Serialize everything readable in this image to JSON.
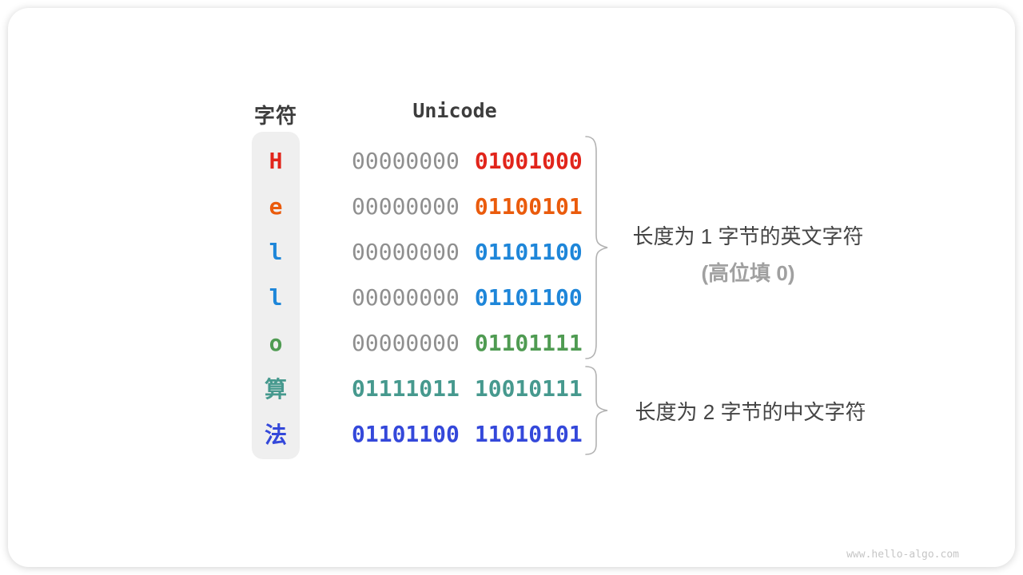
{
  "figure": {
    "headers": {
      "char": "字符",
      "unicode": "Unicode"
    },
    "rows": [
      {
        "char": "H",
        "byte1": "00000000",
        "byte2": "01001000",
        "color": "#e1251b",
        "byte1_color": "#8f8f8f"
      },
      {
        "char": "e",
        "byte1": "00000000",
        "byte2": "01100101",
        "color": "#ea5b0c",
        "byte1_color": "#8f8f8f"
      },
      {
        "char": "l",
        "byte1": "00000000",
        "byte2": "01101100",
        "color": "#1e86d9",
        "byte1_color": "#8f8f8f"
      },
      {
        "char": "l",
        "byte1": "00000000",
        "byte2": "01101100",
        "color": "#1e86d9",
        "byte1_color": "#8f8f8f"
      },
      {
        "char": "o",
        "byte1": "00000000",
        "byte2": "01101111",
        "color": "#4f9b52",
        "byte1_color": "#8f8f8f"
      },
      {
        "char": "算",
        "byte1": "01111011",
        "byte2": "10010111",
        "color": "#46998e",
        "byte1_color": "#46998e"
      },
      {
        "char": "法",
        "byte1": "01101100",
        "byte2": "11010101",
        "color": "#3448da",
        "byte1_color": "#3448da"
      }
    ],
    "annotations": {
      "english": {
        "line1": "长度为 1 字节的英文字符",
        "line2": "(高位填 0)"
      },
      "chinese": {
        "line1": "长度为 2 字节的中文字符"
      }
    },
    "watermark": "www.hello-algo.com",
    "colors": {
      "header_text": "#3d3d3d",
      "annotation_text": "#454545",
      "annotation_muted": "#a0a0a0",
      "leading_zero_gray": "#8f8f8f",
      "char_column_bg": "#efefef",
      "brace_stroke": "#b2b2b2"
    }
  }
}
